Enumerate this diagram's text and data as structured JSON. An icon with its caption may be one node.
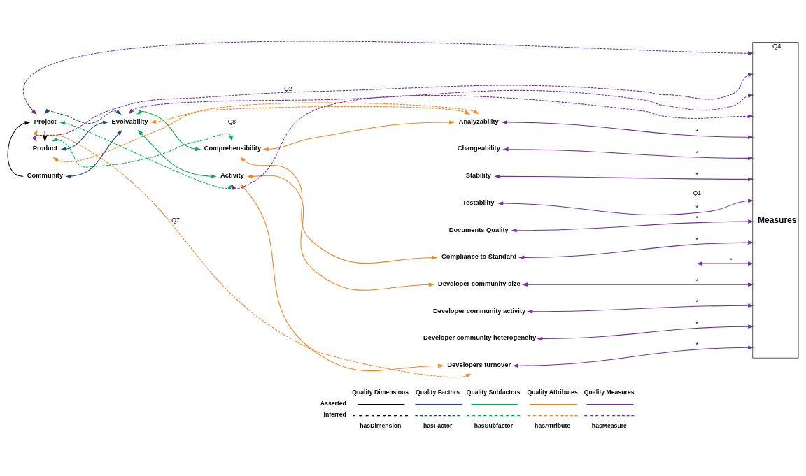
{
  "diagram": {
    "nodes": [
      {
        "text": [
          "Project"
        ]
      },
      {
        "text": [
          "Product"
        ]
      },
      {
        "text": [
          "Community"
        ]
      },
      {
        "text": [
          "Evolvability"
        ]
      },
      {
        "text": [
          "Comprehensibility"
        ]
      },
      {
        "text": [
          "Activity"
        ]
      },
      {
        "text": [
          "Analyzability"
        ]
      },
      {
        "text": [
          "Changeability"
        ]
      },
      {
        "text": [
          "Stability"
        ]
      },
      {
        "text": [
          "Testability"
        ]
      },
      {
        "text": [
          "Documents Quality"
        ]
      },
      {
        "text": [
          "Compliance to Standard"
        ]
      },
      {
        "text": [
          "Developer community size"
        ]
      },
      {
        "text": [
          "Developer community activity"
        ]
      },
      {
        "text": [
          "Developer community heterogeneity"
        ]
      },
      {
        "text": [
          "Developers turnover"
        ]
      },
      {
        "text": [
          "Q4",
          "Measures"
        ]
      }
    ],
    "edges": [
      {
        "from": 0,
        "to": 1,
        "arrow": "to",
        "color": "#000000"
      },
      {
        "from": 2,
        "to": 0,
        "arrow": "to",
        "color": "#000000"
      },
      {
        "from": 1,
        "to": 3,
        "arrow": "both",
        "color": "#1f497d"
      },
      {
        "from": 0,
        "to": 3,
        "arrow": "both",
        "style": "dashed",
        "color": "#1f497d"
      },
      {
        "from": 2,
        "to": 3,
        "arrow": "both",
        "color": "#1f497d"
      },
      {
        "from": 3,
        "to": 4,
        "arrow": "both",
        "color": "#00b050"
      },
      {
        "from": 3,
        "to": 5,
        "arrow": "both",
        "color": "#00b050"
      },
      {
        "from": 1,
        "to": 4,
        "arrow": "both",
        "style": "dashed",
        "color": "#00b050"
      },
      {
        "from": 0,
        "to": 5,
        "arrow": "both",
        "style": "dashed",
        "color": "#00b050"
      },
      {
        "from": 4,
        "to": 6,
        "arrow": "both",
        "color": "#f58220"
      },
      {
        "from": 4,
        "to": 11,
        "arrow": "both",
        "color": "#f58220"
      },
      {
        "from": 5,
        "to": 12,
        "arrow": "both",
        "color": "#f58220"
      },
      {
        "from": 5,
        "to": 15,
        "arrow": "both",
        "color": "#f58220"
      },
      {
        "from": 3,
        "to": 6,
        "arrow": "both",
        "style": "dashed",
        "color": "#f58220"
      },
      {
        "from": 1,
        "to": 6,
        "arrow": "both",
        "style": "dashed",
        "color": "#f58220"
      },
      {
        "from": 0,
        "to": 15,
        "arrow": "both",
        "style": "dashed",
        "color": "#f58220",
        "label": "Q7"
      },
      {
        "from": 1,
        "to": 16,
        "arrow": "both",
        "style": "dashed",
        "label": "Q2"
      },
      {
        "from": 3,
        "to": 16,
        "arrow": "both",
        "style": "dashed"
      },
      {
        "from": 0,
        "to": 16,
        "arrow": "both",
        "style": "dashed"
      },
      {
        "from": 5,
        "to": 16,
        "arrow": "both",
        "style": "dashed"
      },
      {
        "from": 16,
        "to": 6,
        "arrow": "both",
        "label": "*"
      },
      {
        "from": 16,
        "to": 7,
        "arrow": "both",
        "label": "*"
      },
      {
        "from": 16,
        "to": 8,
        "arrow": "both",
        "label": "*"
      },
      {
        "from": 16,
        "to": 9,
        "arrow": "both",
        "label": "*"
      },
      {
        "from": 16,
        "to": 10,
        "arrow": "both",
        "label": "*"
      },
      {
        "from": 16,
        "to": 11,
        "arrow": "both",
        "label": "*"
      },
      {
        "from": 16,
        "to": null,
        "arrow": "both",
        "label": "*"
      },
      {
        "from": 16,
        "to": 12,
        "arrow": "both",
        "label": "*"
      },
      {
        "from": 16,
        "to": 13,
        "arrow": "both",
        "label": "*"
      },
      {
        "from": 16,
        "to": 14,
        "arrow": "both",
        "label": "*"
      },
      {
        "from": 16,
        "to": 15,
        "arrow": "both",
        "label": "*"
      }
    ],
    "labels": [
      "Q8",
      "Q1",
      "Asserted",
      "Inferred",
      "hasDimension",
      "hasFactor",
      "hasSubfactor",
      "hasAttribute",
      "hasMeasure"
    ],
    "legend": [
      {
        "text": "Quality Dimensions"
      },
      {
        "text": "Quality Factors"
      },
      {
        "text": "Quality Subfactors"
      },
      {
        "text": "Quality Attributes"
      },
      {
        "text": "Quality Measures"
      }
    ]
  }
}
